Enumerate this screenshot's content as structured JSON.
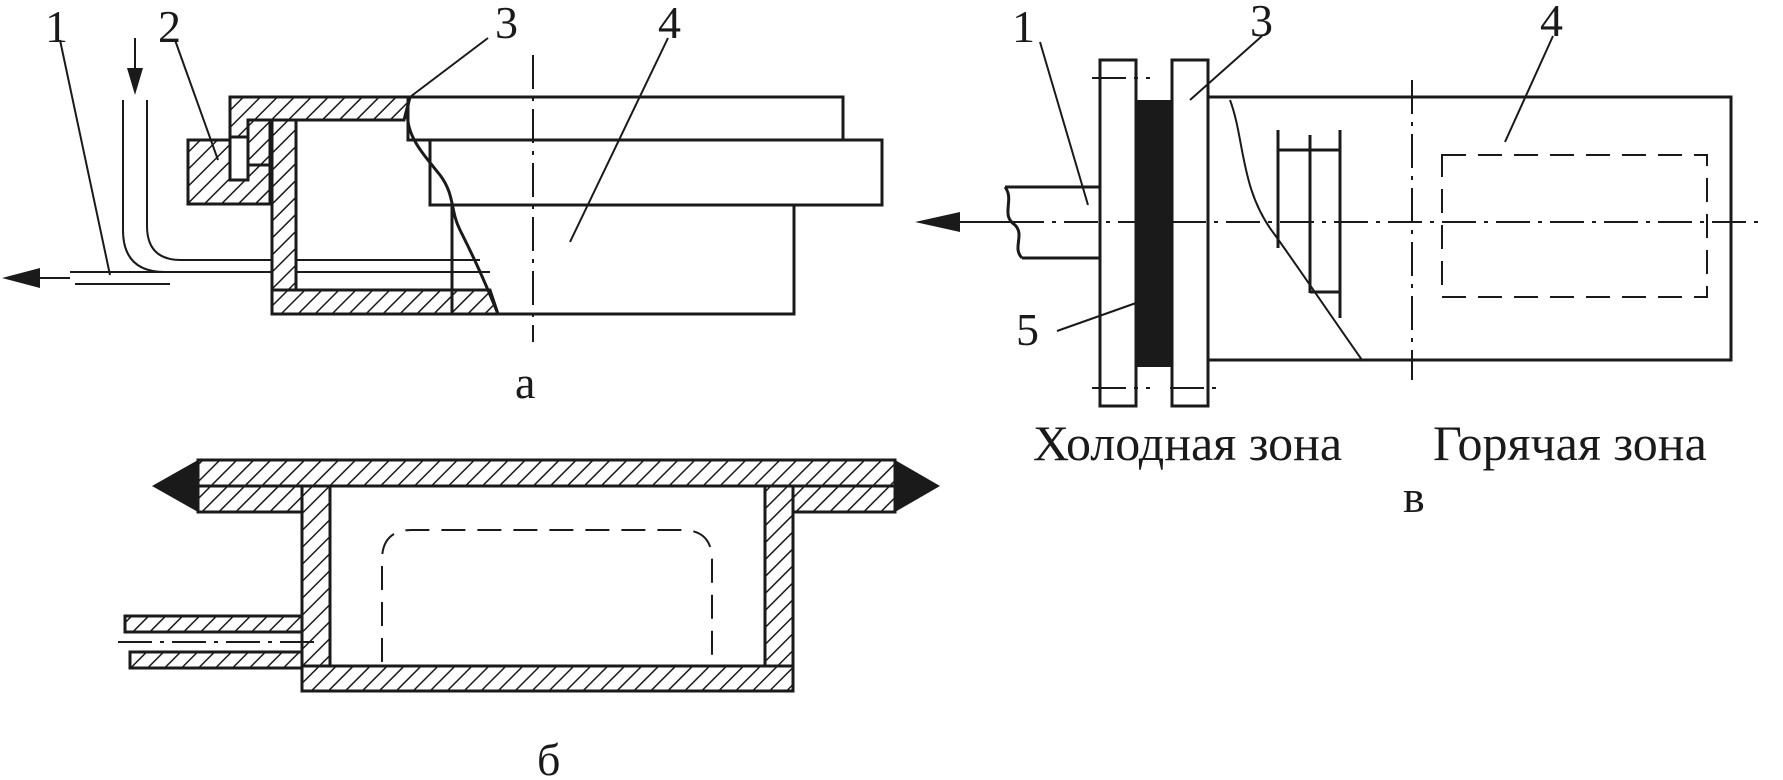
{
  "callouts": {
    "a1": "1",
    "a2": "2",
    "a3": "3",
    "a4": "4",
    "v1": "1",
    "v3": "3",
    "v4": "4",
    "v5": "5"
  },
  "captions": {
    "a": "а",
    "b": "б",
    "v": "в"
  },
  "zones": {
    "cold": "Холодная зона",
    "hot": "Горячая зона"
  }
}
